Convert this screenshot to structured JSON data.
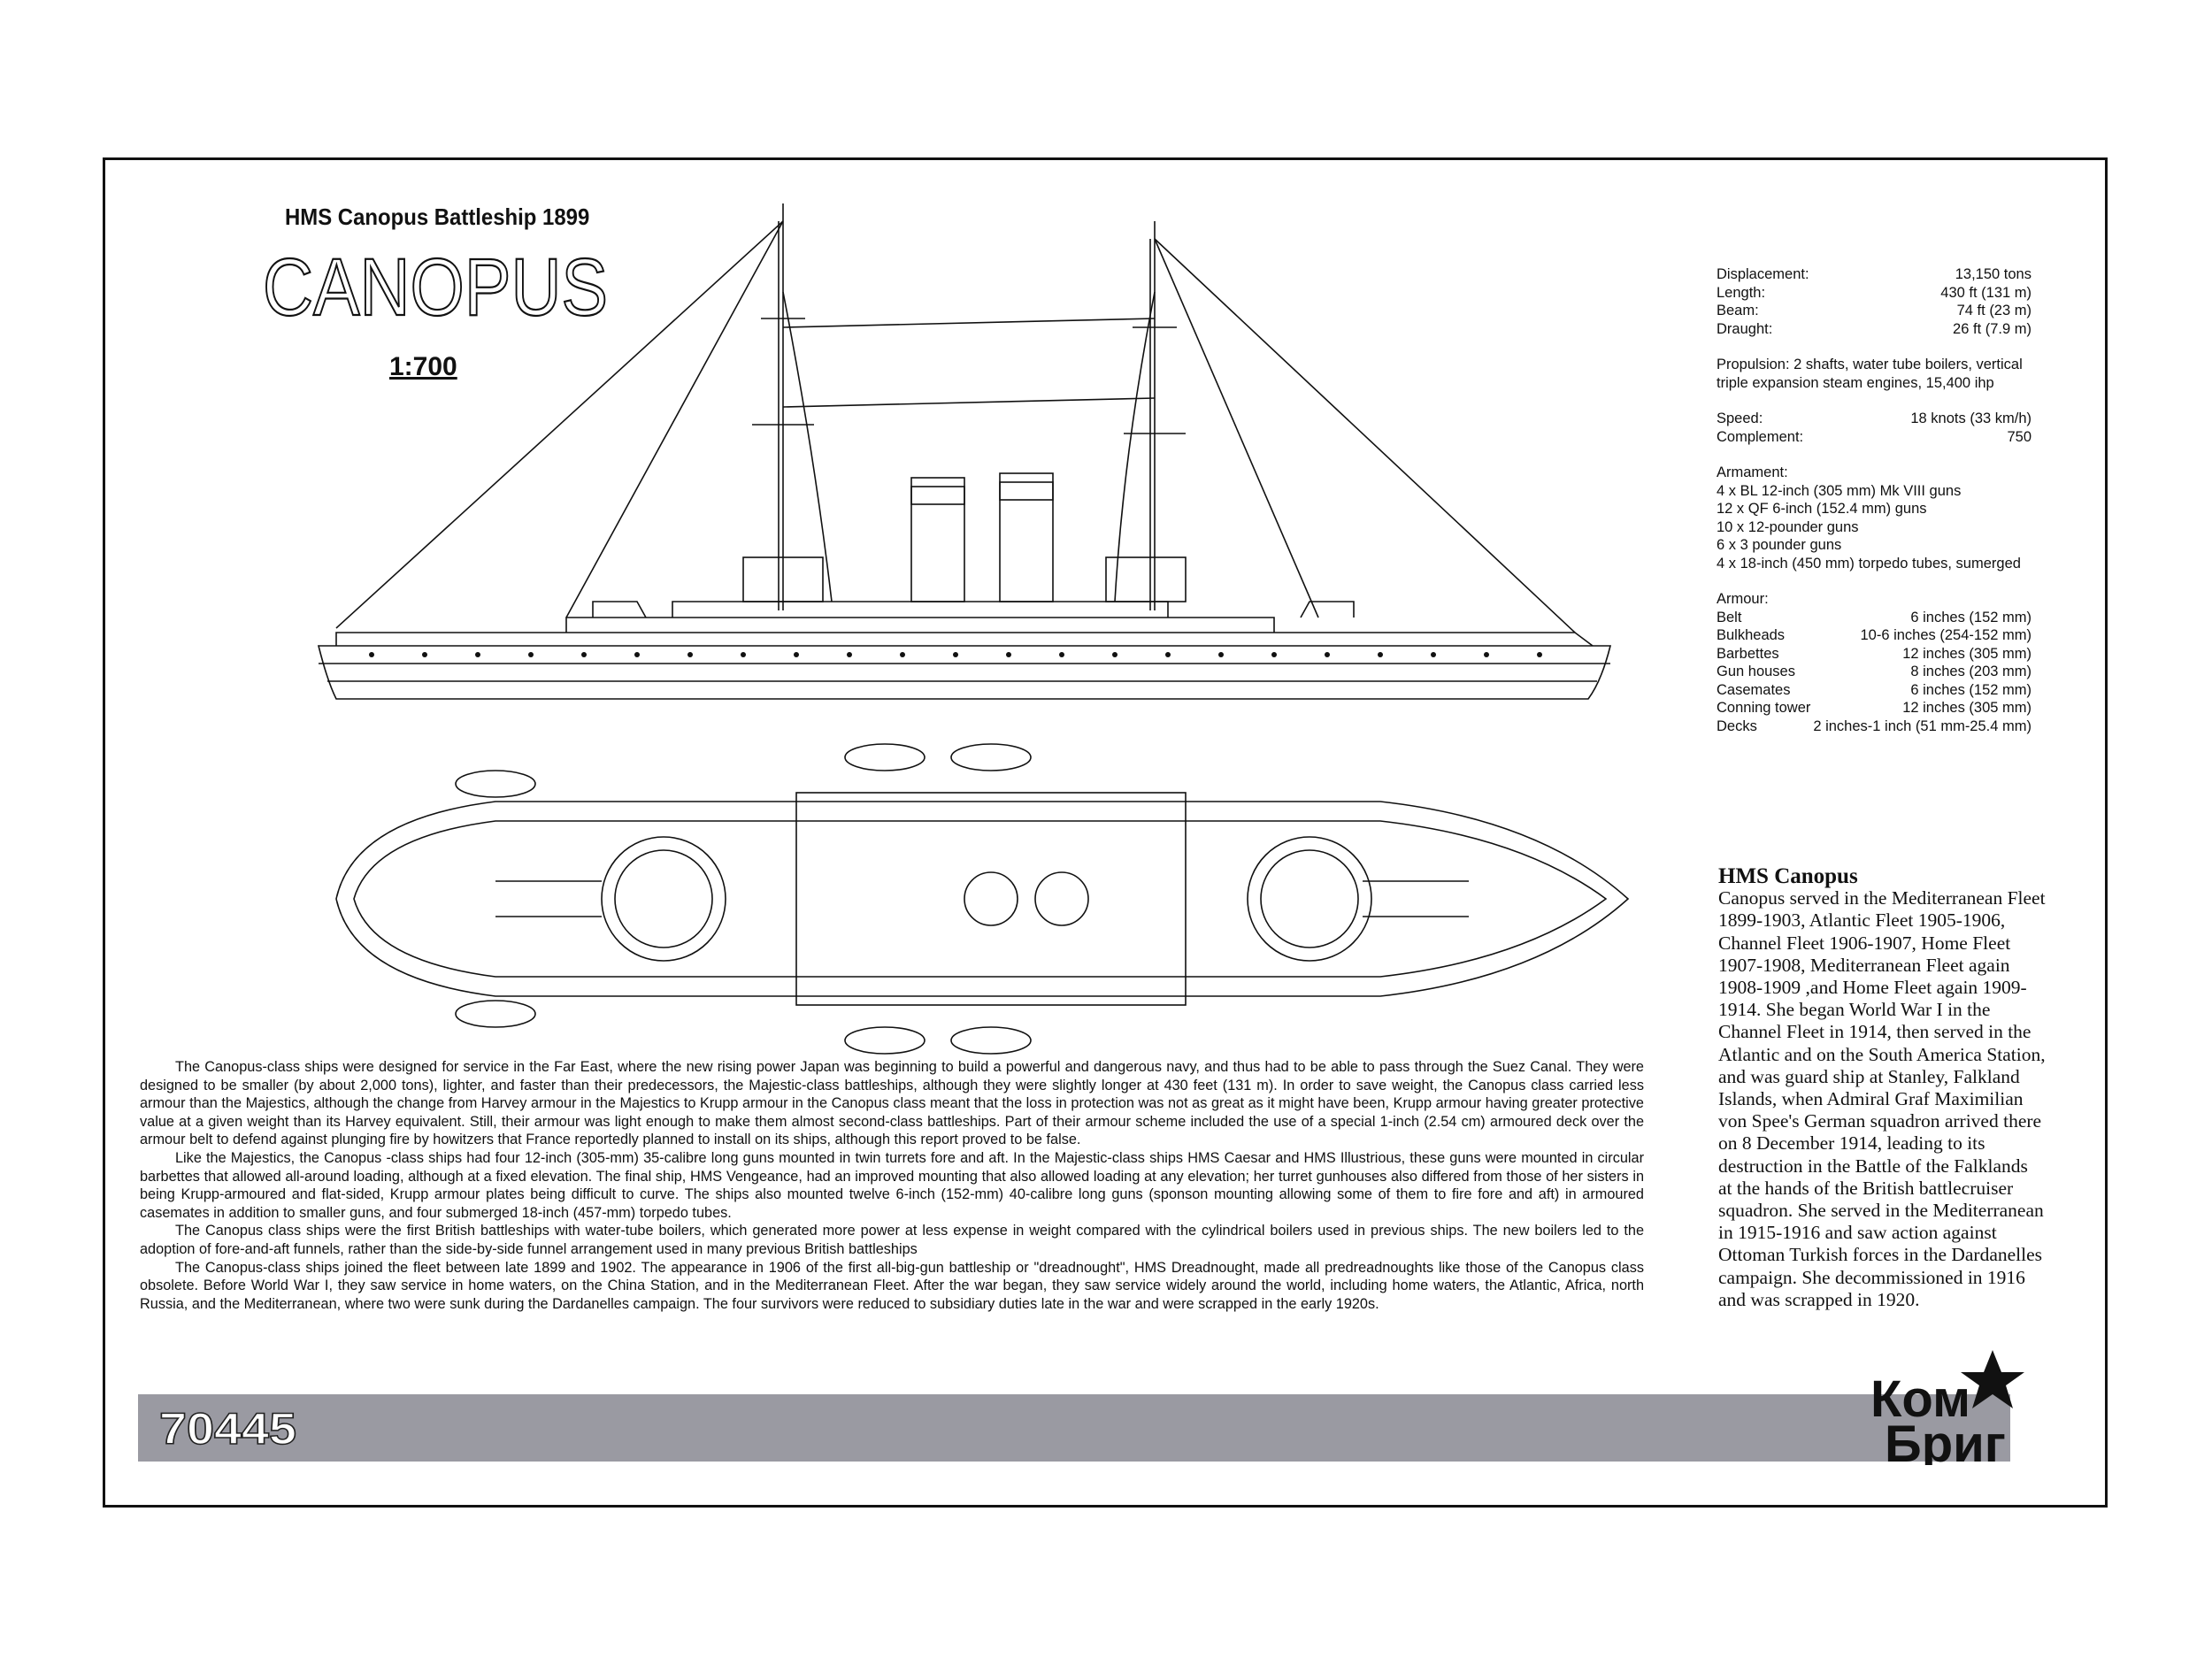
{
  "header": {
    "subtitle": "HMS Canopus Battleship 1899",
    "ship_name": "CANOPUS",
    "scale": "1:700"
  },
  "specifications": [
    {
      "label": "Displacement:",
      "value": "13,150 tons"
    },
    {
      "label": "Length:",
      "value": "430 ft (131 m)"
    },
    {
      "label": "Beam:",
      "value": "74 ft (23 m)"
    },
    {
      "label": "Draught:",
      "value": "26 ft (7.9 m)"
    }
  ],
  "propulsion": "Propulsion: 2 shafts, water tube boilers, vertical triple expansion steam engines, 15,400 ihp",
  "performance": [
    {
      "label": "Speed:",
      "value": "18 knots (33 km/h)"
    },
    {
      "label": "Complement:",
      "value": "750"
    }
  ],
  "armament": {
    "heading": "Armament:",
    "items": [
      "4 x BL 12-inch (305 mm) Mk VIII guns",
      "12 x QF 6-inch (152.4 mm) guns",
      "10 x 12-pounder guns",
      "6 x 3 pounder guns",
      "4 x 18-inch (450 mm) torpedo tubes, sumerged"
    ]
  },
  "armour": {
    "heading": "Armour:",
    "rows": [
      {
        "label": "Belt",
        "value": "6 inches (152 mm)"
      },
      {
        "label": "Bulkheads",
        "value": "10-6 inches (254-152 mm)"
      },
      {
        "label": "Barbettes",
        "value": "12 inches (305 mm)"
      },
      {
        "label": "Gun houses",
        "value": "8 inches (203 mm)"
      },
      {
        "label": "Casemates",
        "value": "6 inches (152 mm)"
      },
      {
        "label": "Conning tower",
        "value": "12 inches (305 mm)"
      },
      {
        "label": "Decks",
        "value": "2 inches-1 inch (51 mm-25.4 mm)"
      }
    ]
  },
  "history": {
    "title": "HMS Canopus",
    "text": "Canopus served in the Mediterranean Fleet 1899-1903, Atlantic Fleet 1905-1906, Channel Fleet 1906-1907, Home Fleet 1907-1908, Mediterranean Fleet again 1908-1909 ,and Home Fleet again 1909-1914. She began World War I in the Channel Fleet in 1914, then served in the Atlantic and on the South America Station, and was guard ship at Stanley, Falkland Islands, when Admiral Graf Maximilian von Spee's German squadron arrived there on 8 December 1914, leading to its destruction in the Battle of the Falklands at the hands of the British battlecruiser squadron. She served in the Mediterranean in 1915-1916 and saw action against Ottoman Turkish forces in the Dardanelles campaign. She decommissioned in 1916 and was scrapped in 1920."
  },
  "description": [
    "The Canopus-class ships were designed for service in the Far East, where the new rising power Japan was beginning to build a powerful and dangerous navy, and thus had to be able to pass through the Suez Canal. They were designed to be smaller (by about 2,000 tons), lighter, and faster than their predecessors, the Majestic-class battleships, although they were slightly longer at 430 feet (131 m). In order to save weight, the Canopus class carried less armour than the Majestics, although the change from Harvey armour in the Majestics to Krupp armour in the Canopus class meant that the loss in protection was not as great as it might have been, Krupp armour having greater protective value at a given weight than its Harvey equivalent. Still, their armour was light enough to make them almost second-class battleships. Part of their armour scheme included the use of a special 1-inch (2.54 cm) armoured deck over the armour belt to defend against plunging fire by howitzers that France reportedly planned to install on its ships, although this report proved to be false.",
    "Like the Majestics, the Canopus -class ships had four 12-inch (305-mm) 35-calibre long guns mounted in twin turrets fore and aft. In the Majestic-class ships HMS Caesar and HMS Illustrious, these guns were mounted in circular barbettes that allowed all-around loading, although at a fixed elevation. The final ship, HMS Vengeance, had an improved mounting that also allowed loading at any elevation; her turret gunhouses also differed from those of her sisters in being Krupp-armoured and flat-sided, Krupp armour plates being difficult to curve. The ships also mounted twelve 6-inch (152-mm) 40-calibre long guns (sponson mounting allowing some of them to fire fore and aft) in armoured casemates in addition to smaller guns, and four submerged 18-inch (457-mm) torpedo tubes.",
    "The Canopus class ships were the first British battleships with water-tube boilers, which generated more power at less expense in weight compared with the cylindrical boilers used in previous ships. The new boilers led to the adoption of fore-and-aft funnels, rather than the side-by-side funnel arrangement used in many previous British battleships",
    "The Canopus-class ships joined the fleet between late 1899 and 1902. The appearance in 1906 of the first all-big-gun battleship or \"dreadnought\", HMS Dreadnought, made all predreadnoughts like those of the Canopus class obsolete. Before World War I, they saw service in home waters, on the China Station, and in the Mediterranean Fleet. After the war began, they saw service widely around the world, including home waters, the Atlantic, Africa, north Russia, and the Mediterranean, where two were sunk during the Dardanelles campaign. The four survivors were reduced to subsidiary duties late in the war and were scrapped in the early 1920s."
  ],
  "footer": {
    "kit_number": "70445",
    "brand_top": "Ком",
    "brand_bottom": "Бриг",
    "band_color": "#9a9aa2"
  }
}
